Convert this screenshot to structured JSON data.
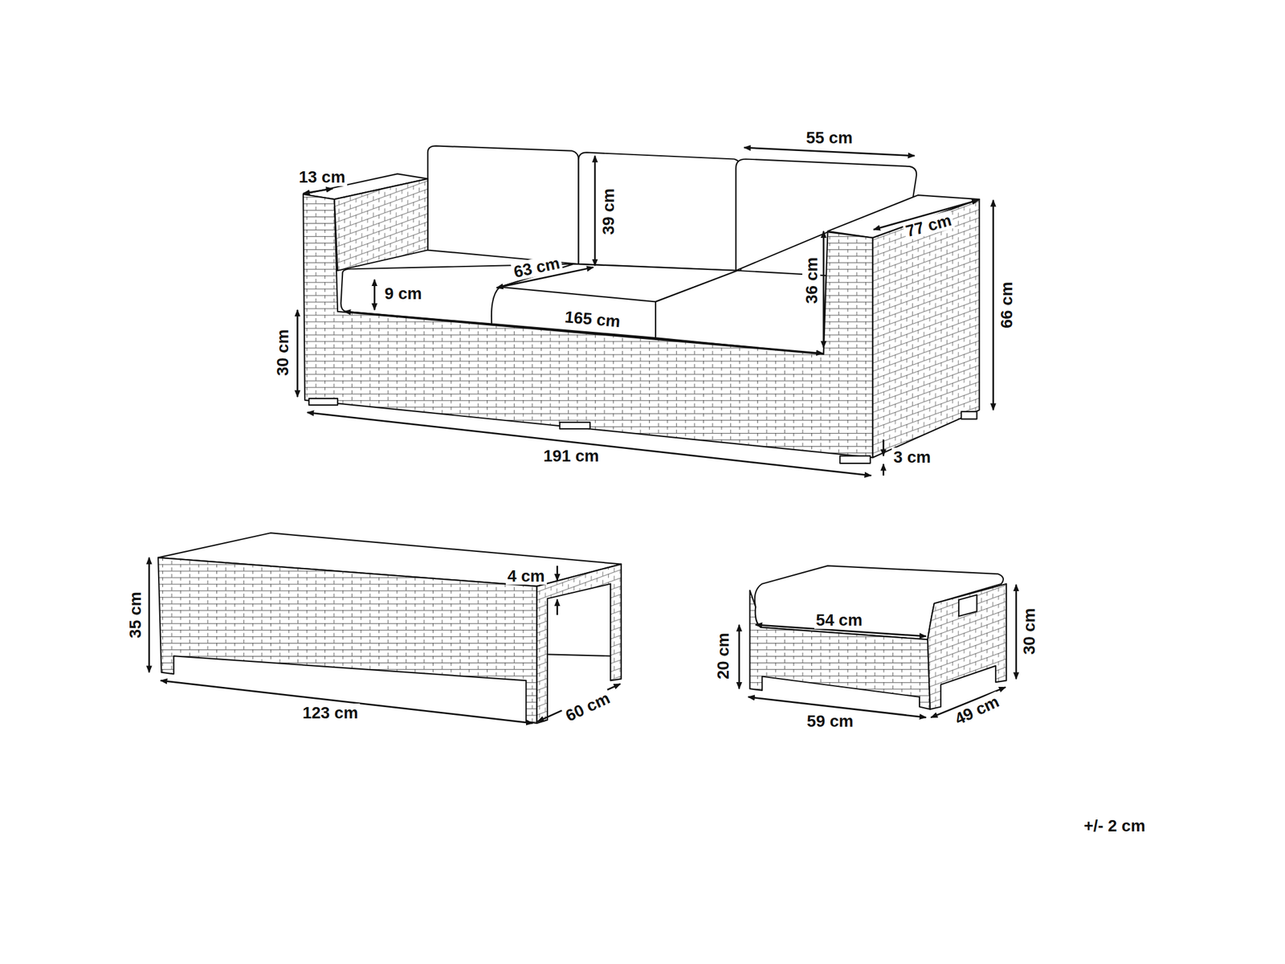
{
  "diagram": {
    "labels": [
      "55 cm",
      "13 cm",
      "39 cm",
      "63 cm",
      "9 cm",
      "165 cm",
      "77 cm",
      "36 cm",
      "66 cm",
      "30 cm",
      "191 cm",
      "3 cm",
      "4 cm",
      "35 cm",
      "123 cm",
      "60 cm",
      "54 cm",
      "20 cm",
      "30 cm",
      "59 cm",
      "49 cm",
      "+/- 2 cm"
    ]
  }
}
